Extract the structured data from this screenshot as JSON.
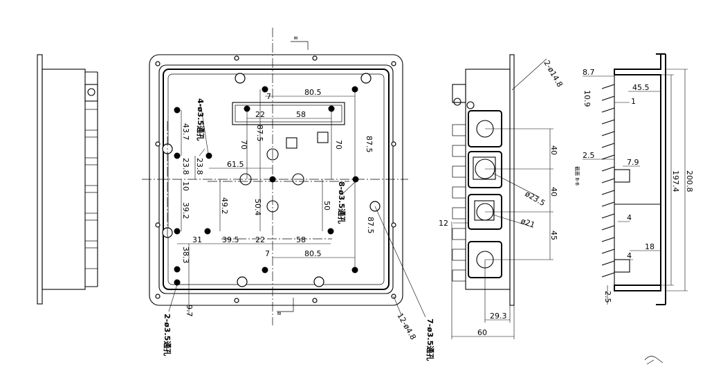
{
  "dims": {
    "front_top_80_5": "80.5",
    "front_22_top": "22",
    "front_58_top": "58",
    "front_87_5_a": "87.5",
    "front_70_left": "70",
    "front_70_right": "70",
    "front_87_5_right": "87.5",
    "front_61_5": "61.5",
    "front_43_7": "43.7",
    "front_23_8_a": "23.8",
    "front_23_8_b": "23.8",
    "front_10": "10",
    "front_39_2": "39.2",
    "front_49_2": "49.2",
    "front_50_4": "50.4",
    "front_50": "50",
    "front_87_5_low": "87.5",
    "front_31": "31",
    "front_39_5": "39.5",
    "front_22_low": "22",
    "front_58_low": "58",
    "front_38_3": "38.3",
    "front_7_top": "7",
    "front_7_low": "7",
    "front_80_5_low": "80.5",
    "front_9_7": "9.7",
    "side_40_a": "40",
    "side_40_b": "40",
    "side_45": "45",
    "side_12": "12",
    "side_29_3": "29.3",
    "side_60": "60",
    "side_d23_5": "ø23.5",
    "side_d21": "ø21",
    "side_2_d14_8": "2-ø14.8",
    "sec_8_7": "8.7",
    "sec_45_5": "45.5",
    "sec_10_9": "10.9",
    "sec_1": "1",
    "sec_2_5_a": "2.5",
    "sec_7_9": "7.9",
    "sec_197_4": "197.4",
    "sec_200_8": "200.8",
    "sec_4_a": "4",
    "sec_18": "18",
    "sec_4_b": "4",
    "sec_2_5_b": "2.5"
  },
  "callouts": {
    "holes_4": "4-ø3.5通孔",
    "holes_8": "8-ø3.5通孔",
    "holes_2": "2-ø3.5通孔",
    "holes_7": "7-ø3.5通孔",
    "holes_12": "12-ø4.8",
    "section_label": "截面 B-B",
    "section_mark_top": "B",
    "section_mark_bottom": "B"
  }
}
